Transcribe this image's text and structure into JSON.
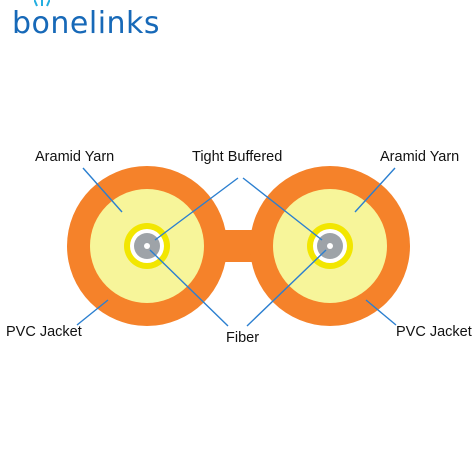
{
  "logo": {
    "text_pre": "b",
    "text_o": "o",
    "text_post": "nelinks",
    "color": "#1769b8"
  },
  "labels": {
    "aramid_left": "Aramid Yarn",
    "tight_buffered": "Tight Buffered",
    "aramid_right": "Aramid Yarn",
    "pvc_left": "PVC Jacket",
    "fiber": "Fiber",
    "pvc_right": "PVC Jacket"
  },
  "colors": {
    "jacket": "#f5822a",
    "aramid": "#f7f59a",
    "buffer": "#f2e600",
    "buffer_ring": "#ffffff",
    "fiber": "#9ea3a8",
    "leader": "#2b7fd0"
  }
}
